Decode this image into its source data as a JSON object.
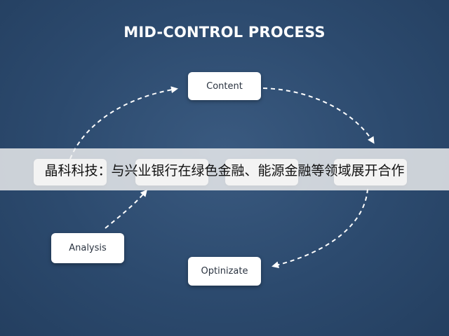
{
  "diagram": {
    "title": "MID-CONTROL PROCESS",
    "nodes": {
      "content": "Content",
      "analysis": "Analysis",
      "optimize": "Optinizate"
    },
    "node_color": "#ffffff",
    "background_color": "#2c4a6e",
    "arrow_style": "dashed-white"
  },
  "overlay": {
    "caption": "晶科科技：与兴业银行在绿色金融、能源金融等领域展开合作"
  }
}
